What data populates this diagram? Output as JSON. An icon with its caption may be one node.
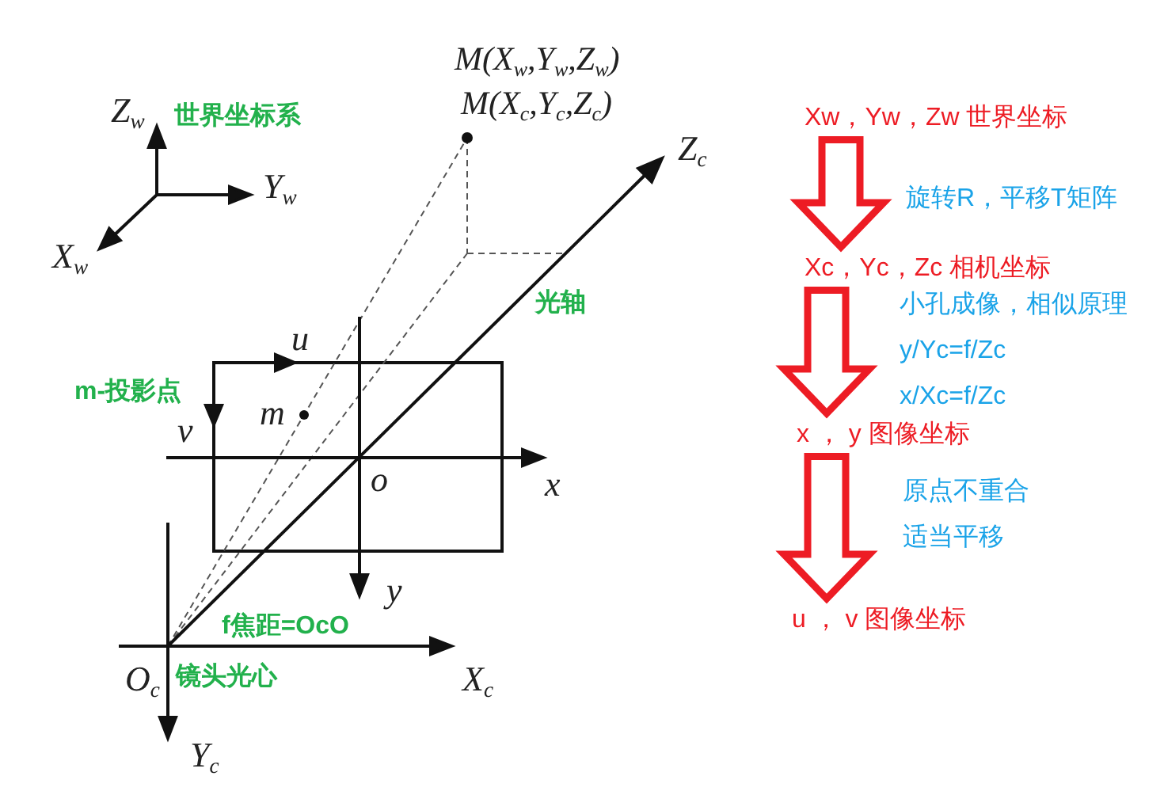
{
  "diagram": {
    "nodes": [
      {
        "text": [
          "Xw，Yw，Zw 世界坐标"
        ]
      },
      {
        "text": [
          "Xc，Yc，Zc 相机坐标"
        ]
      },
      {
        "text": [
          "x ， y 图像坐标"
        ]
      },
      {
        "text": [
          "u ， v 图像坐标"
        ]
      }
    ],
    "edges": [
      {
        "from": 0,
        "to": 1,
        "arrow": "to",
        "label": "旋转R，平移T矩阵"
      },
      {
        "from": 1,
        "to": 2,
        "arrow": "to",
        "label": "小孔成像，相似原理 y/Yc=f/Zc x/Xc=f/Zc"
      },
      {
        "from": 2,
        "to": 3,
        "arrow": "to",
        "label": "原点不重合适当平移"
      }
    ],
    "labels": [
      "M(X$_{w}$,Y$_{w}$,Z$_{w}$)",
      "Z$_{w}$",
      "世界坐标系",
      "M(X$_{c}$,Y$_{c}$,Z$_{c}$)",
      "Z$_{c}$",
      "Y$_{w}$",
      "X$_{w}$",
      "光轴",
      "u",
      "m-投影点",
      "v",
      "m",
      "o",
      "x",
      "y",
      "f焦距=OcO",
      "O$_{c}$",
      "镜头光心",
      "X$_{c}$",
      "Y$_{c}$"
    ]
  }
}
